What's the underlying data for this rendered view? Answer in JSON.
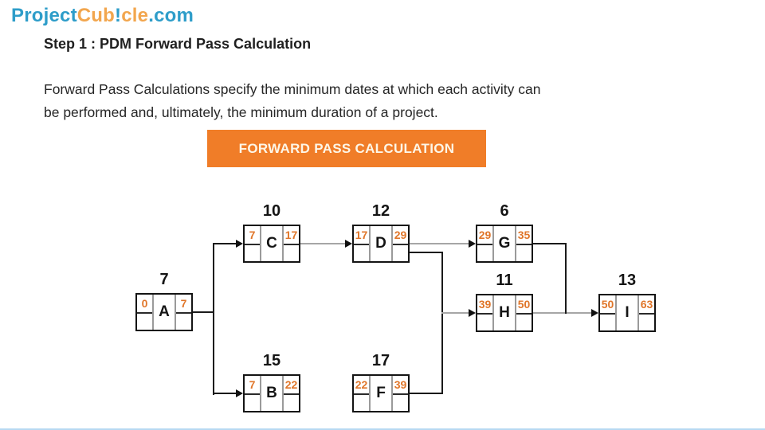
{
  "logo": {
    "project": "Project",
    "cub": "Cub",
    "excl": "!",
    "cle": "cle",
    "com": ".com"
  },
  "heading": "Step 1 : PDM Forward Pass Calculation",
  "paragraph": {
    "line1": "Forward Pass Calculations specify the minimum dates at which each activity can",
    "line2": "be performed and, ultimately, the minimum duration of a project."
  },
  "banner": {
    "label": "FORWARD PASS CALCULATION",
    "bg_color": "#f07d28"
  },
  "diagram": {
    "description": "PDM network: each node shows duration above, early start (top-left), activity letter (center), early finish (top-right); bottom cells empty for backward pass",
    "nodes": [
      {
        "id": "A",
        "duration": "7",
        "es": "0",
        "ef": "7"
      },
      {
        "id": "C",
        "duration": "10",
        "es": "7",
        "ef": "17"
      },
      {
        "id": "D",
        "duration": "12",
        "es": "17",
        "ef": "29"
      },
      {
        "id": "G",
        "duration": "6",
        "es": "29",
        "ef": "35"
      },
      {
        "id": "H",
        "duration": "11",
        "es": "39",
        "ef": "50"
      },
      {
        "id": "I",
        "duration": "13",
        "es": "50",
        "ef": "63"
      },
      {
        "id": "B",
        "duration": "15",
        "es": "7",
        "ef": "22"
      },
      {
        "id": "F",
        "duration": "17",
        "es": "22",
        "ef": "39"
      }
    ],
    "edges": [
      "A-C",
      "A-B",
      "C-D",
      "D-G",
      "D-H",
      "B-F",
      "F-H",
      "G-I",
      "H-I"
    ],
    "colors": {
      "value_orange": "#e0762a",
      "line_gray": "#a6a6a6",
      "line_black": "#1a1a1a"
    }
  }
}
